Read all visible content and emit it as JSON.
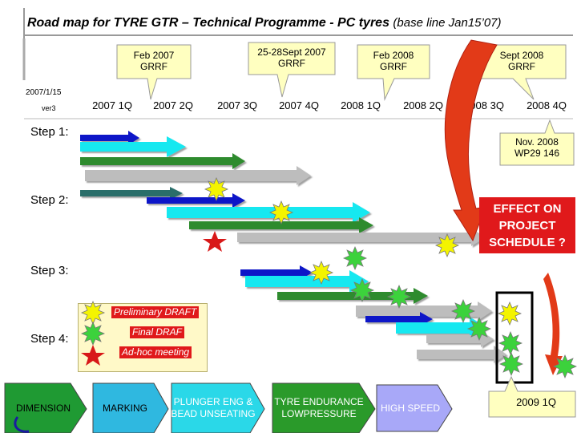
{
  "title": {
    "main": "Road map for TYRE GTR – Technical Programme - PC tyres",
    "baseline": "(base line Jan15’07)"
  },
  "meta": {
    "date": "2007/1/15",
    "version": "ver3"
  },
  "callouts": [
    {
      "id": "feb2007",
      "text": "Feb 2007\nGRRF"
    },
    {
      "id": "sept2007",
      "text": "25-28Sept 2007\nGRRF"
    },
    {
      "id": "feb2008",
      "text": "Feb 2008\nGRRF"
    },
    {
      "id": "sept2008",
      "text": "Sept 2008\nGRRF"
    },
    {
      "id": "nov2008",
      "text": "Nov. 2008\nWP29 146"
    }
  ],
  "quarters": [
    "2007 1Q",
    "2007 2Q",
    "2007 3Q",
    "2007 4Q",
    "2008 1Q",
    "2008 2Q",
    "2008 3Q",
    "2008 4Q"
  ],
  "steps": [
    "Step 1:",
    "Step 2:",
    "Step 3:",
    "Step 4:"
  ],
  "effect_text": "EFFECT ON\nPROJECT\nSCHEDULE ?",
  "legend": {
    "preliminary": "Preliminary DRAFT",
    "final": "Final DRAF",
    "adhoc": "Ad-hoc meeting"
  },
  "bottom_topics": [
    "DIMENSION",
    "MARKING",
    "PLUNGER ENG &\nBEAD UNSEATING",
    "TYRE ENDURANCE\nLOWPRESSURE",
    "HIGH SPEED"
  ],
  "end_label": "2009 1Q",
  "colors": {
    "navy": "#0d14c8",
    "cyan": "#18e8f0",
    "green": "#2e8b2e",
    "teal": "#2a6e6a",
    "grey": "#bdbdbd",
    "red": "#d81818",
    "yellow": "#f4f400",
    "lime": "#3cd23c",
    "callout": "#ffffc0",
    "bottom_blue": "#a8a8f8",
    "bottom_green": "#2a9a2a",
    "bottom_cyan": "#2ad8e8"
  }
}
